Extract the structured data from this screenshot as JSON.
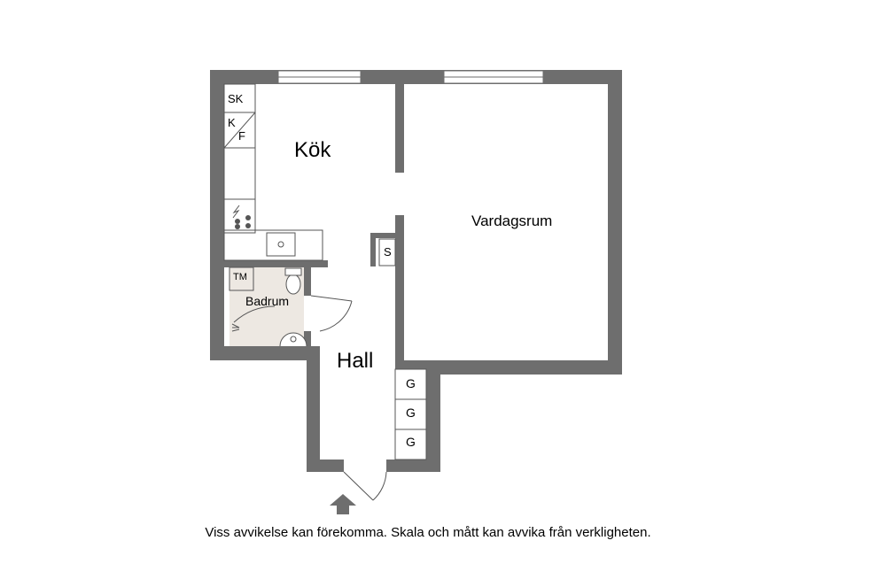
{
  "rooms": {
    "kok": "Kök",
    "vardagsrum": "Vardagsrum",
    "hall": "Hall",
    "badrum": "Badrum"
  },
  "fixtures": {
    "skap": "SK",
    "kyl_k": "K",
    "frys_f": "F",
    "tvattmaskin": "TM",
    "stad": "S",
    "garderob": [
      "G",
      "G",
      "G"
    ]
  },
  "disclaimer": "Viss avvikelse kan förekomma. Skala och mått kan avvika från verkligheten.",
  "colors": {
    "wall": "#6e6e6e",
    "bathroom_floor": "#ede8e2",
    "line": "#555555"
  }
}
